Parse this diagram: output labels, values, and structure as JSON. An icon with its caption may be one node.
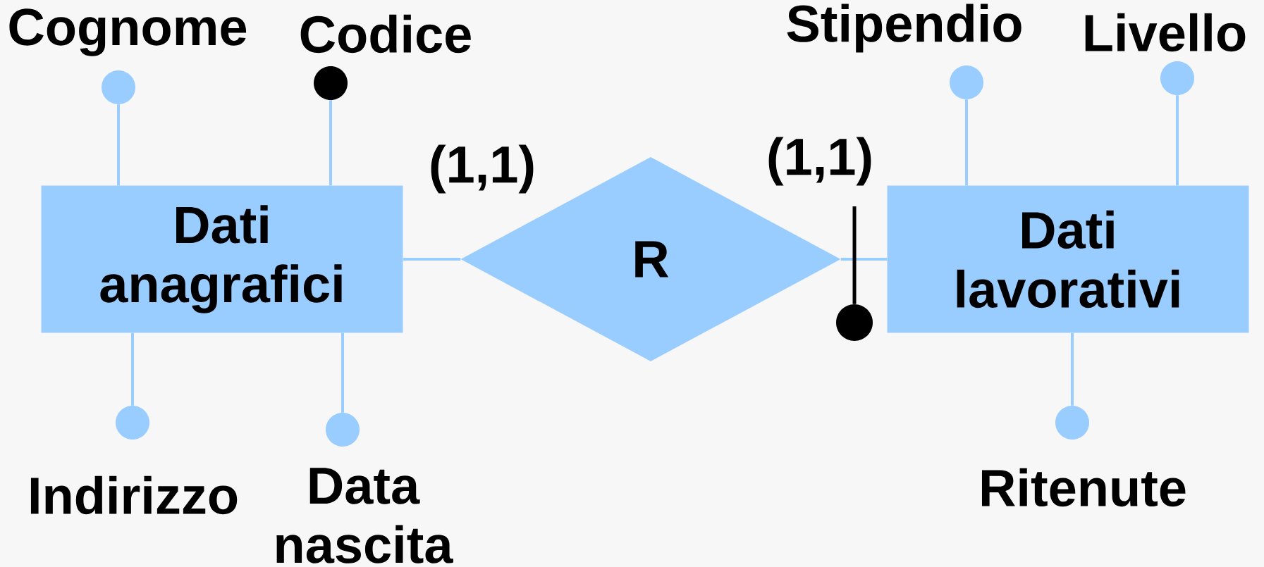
{
  "diagram": {
    "nodes": [
      {
        "text": [
          "Cognome"
        ]
      },
      {
        "text": [
          "Codice"
        ]
      },
      {
        "text": [
          "Stipendio"
        ]
      },
      {
        "text": [
          "Livello"
        ]
      },
      {
        "text": [
          "Dati anagrafici"
        ]
      },
      {
        "text": [
          "R"
        ]
      },
      {
        "text": [
          "Dati lavorativi"
        ]
      },
      {
        "text": [
          "Indirizzo"
        ]
      },
      {
        "text": [
          "Data nascita"
        ]
      },
      {
        "text": [
          "Ritenute"
        ]
      },
      {
        "text": [],
        "shape": "circle"
      }
    ],
    "edges": [
      {
        "from": 4,
        "to": 5,
        "arrow": "none",
        "label": "(1,1)"
      },
      {
        "from": 5,
        "to": 6,
        "arrow": "none",
        "label": "(1,1)"
      },
      {
        "from": 4,
        "to": 0,
        "arrow": "none"
      },
      {
        "from": 4,
        "to": 1,
        "arrow": "none"
      },
      {
        "from": 4,
        "to": 7,
        "arrow": "none"
      },
      {
        "from": 4,
        "to": 8,
        "arrow": "none"
      },
      {
        "from": 6,
        "to": 2,
        "arrow": "none"
      },
      {
        "from": 6,
        "to": 3,
        "arrow": "none"
      },
      {
        "from": 6,
        "to": 9,
        "arrow": "none"
      },
      {
        "from": null,
        "to": 10,
        "arrow": "none",
        "color": "#000000"
      }
    ]
  }
}
